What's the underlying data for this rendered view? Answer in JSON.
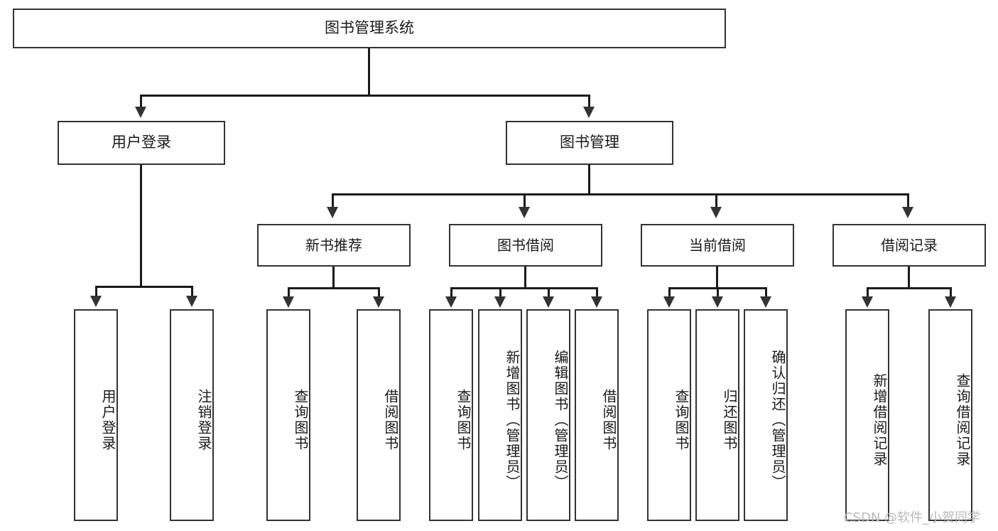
{
  "diagram": {
    "title": "图书管理系统",
    "type": "functional-structure-tree",
    "root": {
      "id": "root",
      "label": "图书管理系统"
    },
    "level2": [
      {
        "id": "user-login",
        "label": "用户登录"
      },
      {
        "id": "book-management",
        "label": "图书管理"
      }
    ],
    "level3": [
      {
        "id": "new-book-recommend",
        "label": "新书推荐",
        "parent": "book-management"
      },
      {
        "id": "book-borrow",
        "label": "图书借阅",
        "parent": "book-management"
      },
      {
        "id": "current-borrow",
        "label": "当前借阅",
        "parent": "book-management"
      },
      {
        "id": "borrow-record",
        "label": "借阅记录",
        "parent": "book-management"
      }
    ],
    "leaves": [
      {
        "id": "leaf-user-login",
        "label": "用户登录",
        "parent": "user-login"
      },
      {
        "id": "leaf-logout-login",
        "label": "注销登录",
        "parent": "user-login"
      },
      {
        "id": "leaf-query-book-1",
        "label": "查询图书",
        "parent": "new-book-recommend"
      },
      {
        "id": "leaf-borrow-book-1",
        "label": "借阅图书",
        "parent": "new-book-recommend"
      },
      {
        "id": "leaf-query-book-2",
        "label": "查询图书",
        "parent": "book-borrow"
      },
      {
        "id": "leaf-add-book",
        "label": "新增图书（管理员）",
        "parent": "book-borrow"
      },
      {
        "id": "leaf-edit-book",
        "label": "编辑图书（管理员）",
        "parent": "book-borrow"
      },
      {
        "id": "leaf-borrow-book-2",
        "label": "借阅图书",
        "parent": "book-borrow"
      },
      {
        "id": "leaf-query-book-3",
        "label": "查询图书",
        "parent": "current-borrow"
      },
      {
        "id": "leaf-return-book",
        "label": "归还图书",
        "parent": "current-borrow"
      },
      {
        "id": "leaf-confirm-return",
        "label": "确认归还（管理员）",
        "parent": "current-borrow"
      },
      {
        "id": "leaf-add-record",
        "label": "新增借阅记录",
        "parent": "borrow-record"
      },
      {
        "id": "leaf-query-record",
        "label": "查询借阅记录",
        "parent": "borrow-record"
      }
    ]
  },
  "watermark": {
    "text": "CSDN @软件_小贺同学"
  },
  "colors": {
    "box_border": "#333333",
    "box_fill": "#ffffff",
    "connector": "#1a1a1a",
    "text": "#1a1a1a",
    "watermark": "#b8b8b8"
  }
}
